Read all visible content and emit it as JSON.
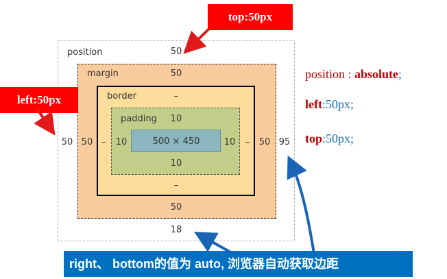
{
  "box_model": {
    "position": {
      "label": "position",
      "top": "50",
      "left": "50",
      "right": "95",
      "bottom": "18"
    },
    "margin": {
      "label": "margin",
      "top": "50",
      "left": "50",
      "right": "50",
      "bottom": "50"
    },
    "border": {
      "label": "border",
      "top": "–",
      "left": "–",
      "right": "–",
      "bottom": "–"
    },
    "padding": {
      "label": "padding",
      "top": "10",
      "left": "10",
      "right": "10",
      "bottom": "10"
    },
    "content": {
      "size": "500 × 450"
    }
  },
  "callouts": {
    "top": "top:50px",
    "left": "left:50px"
  },
  "css": {
    "line1": {
      "prop": "position",
      "sep": " : ",
      "value": "absolute",
      "end": ";"
    },
    "line2": {
      "prop": "left",
      "sep": ":",
      "value": "50px",
      "end": ";"
    },
    "line3": {
      "prop": "top",
      "sep": ":",
      "value": "50px",
      "end": ";"
    }
  },
  "banner": {
    "text": "right、 bottom的值为 auto, 浏览器自动获取边距"
  },
  "colors": {
    "callout_red": "#ff0000",
    "banner_blue": "#0070c0",
    "margin": "#f9cc9d",
    "border": "#fddd9b",
    "padding": "#c2cf8a",
    "content": "#8cb6c0"
  }
}
